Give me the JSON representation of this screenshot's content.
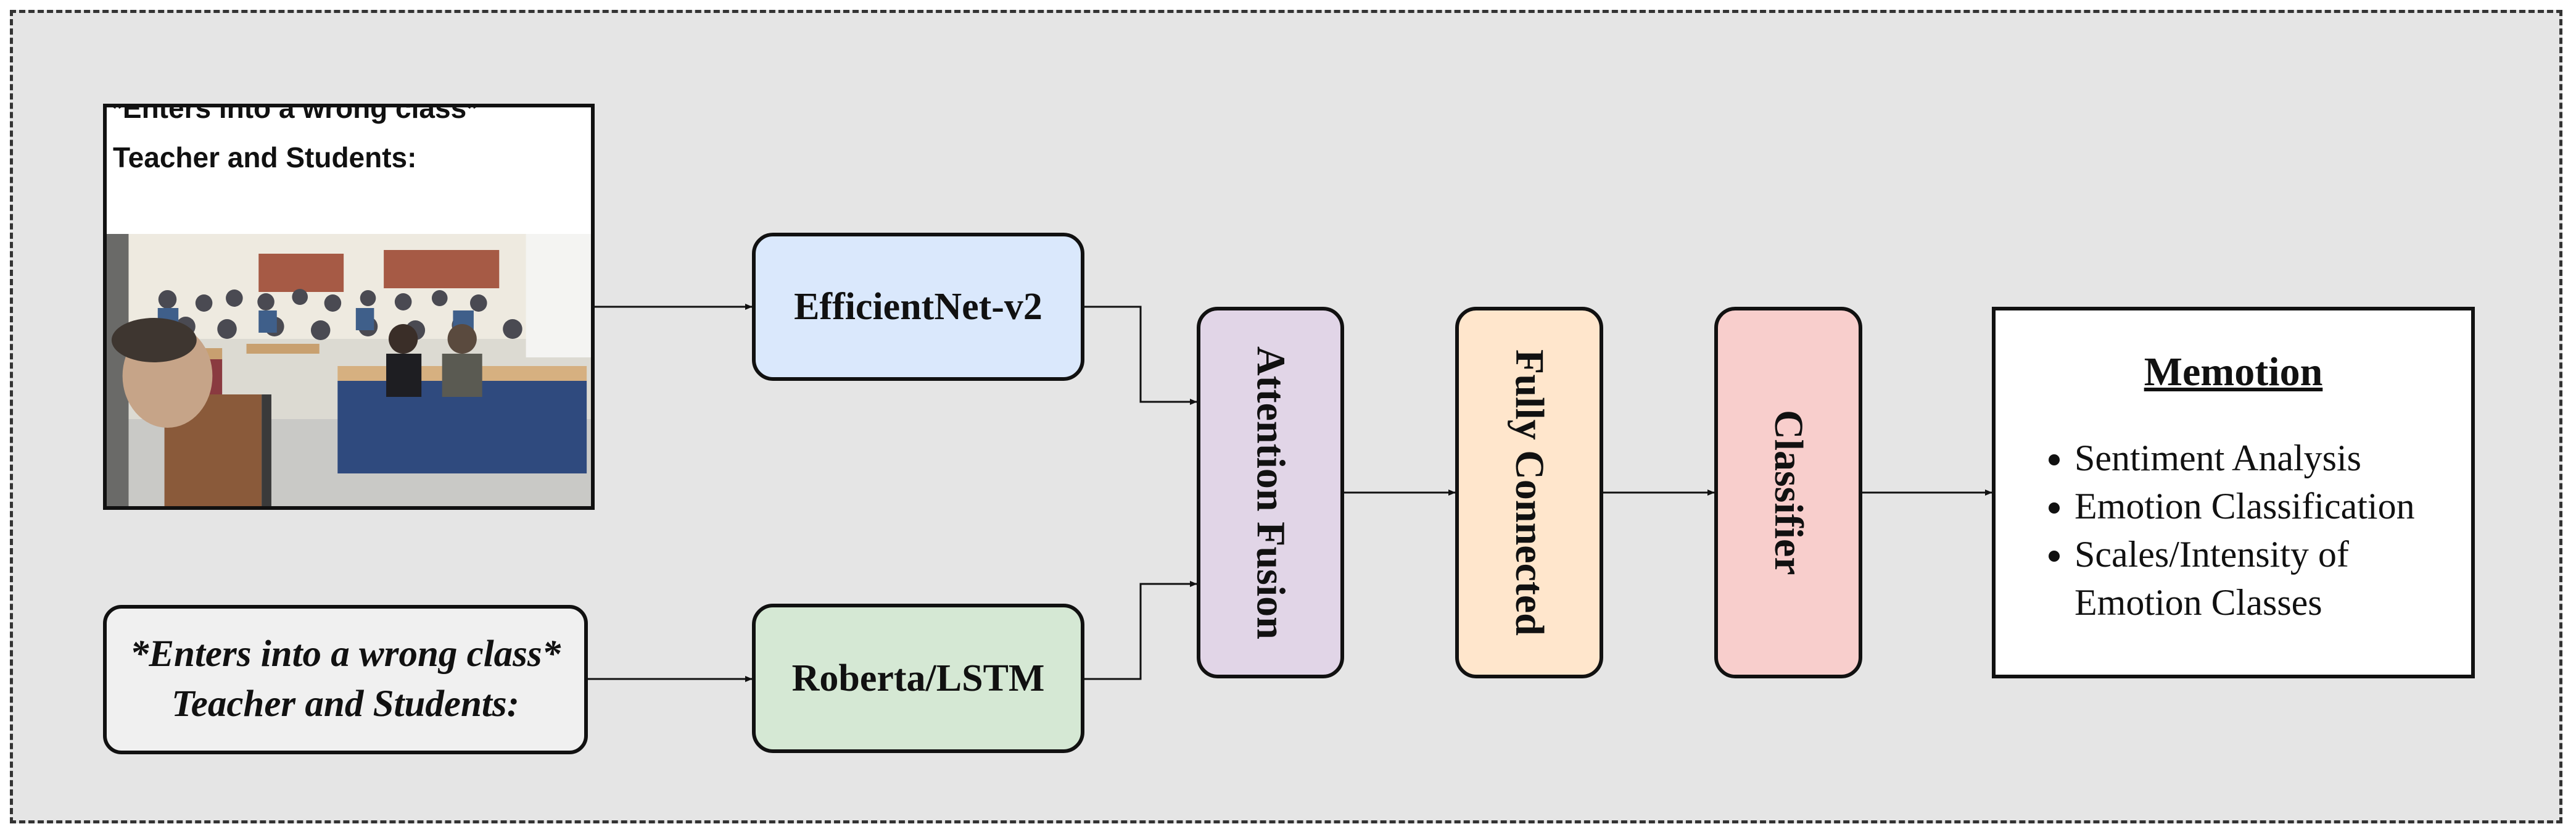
{
  "meme": {
    "caption_line_1": "*Enters into a wrong class*",
    "caption_line_2": "Teacher and Students:"
  },
  "text_input": {
    "line_1": "*Enters into a wrong class*",
    "line_2": "Teacher and Students:"
  },
  "encoders": {
    "image": "EfficientNet-v2",
    "text": "Roberta/LSTM"
  },
  "fusion": "Attention Fusion",
  "fully_connected": "Fully Connected",
  "classifier": "Classifier",
  "output": {
    "title": "Memotion",
    "tasks": [
      "Sentiment Analysis",
      "Emotion Classification",
      "Scales/Intensity of Emotion Classes"
    ]
  },
  "colors": {
    "frame_fill": "#e5e5e5",
    "image_encoder": "#dae8fc",
    "text_encoder": "#d5e8d4",
    "fusion": "#e1d5e7",
    "fully_connected": "#ffe6cc",
    "classifier": "#f8cecc"
  }
}
